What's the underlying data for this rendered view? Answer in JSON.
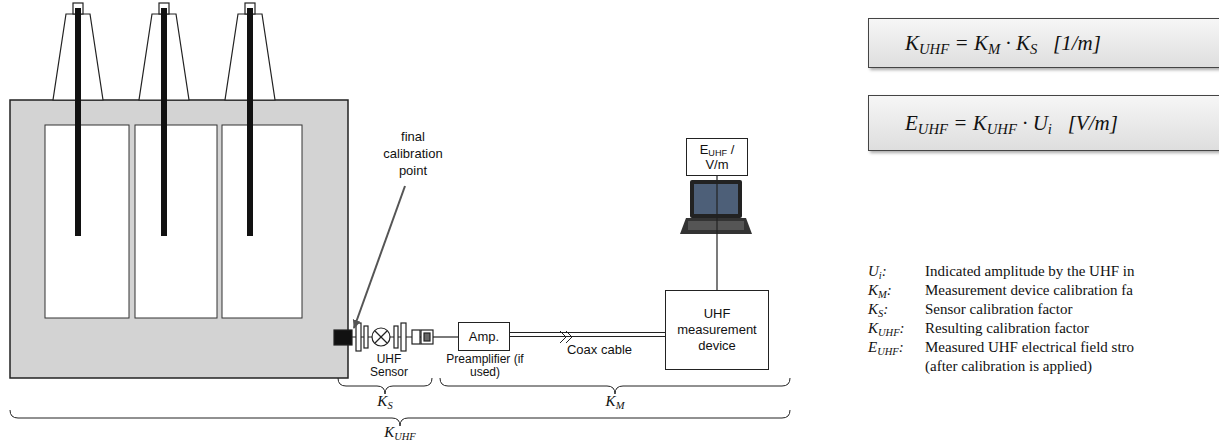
{
  "diagram": {
    "nodes": [
      {
        "text": [
          "Amp."
        ]
      },
      {
        "text": [
          "UHF measurement device"
        ]
      },
      {
        "text": [
          "EUHF / V/m"
        ]
      },
      {
        "text": [
          "KUHF = KM · KS   [1/m]"
        ]
      },
      {
        "text": [
          "EUHF = KUHF · Ui   [V/m]"
        ]
      }
    ],
    "edges": [
      {
        "from": 0,
        "to": 1,
        "arrow": "none",
        "label": "Coax cable"
      },
      {
        "from": 1,
        "to": 2,
        "arrow": "none"
      }
    ],
    "labels": [
      "final calibration point",
      "UHF Sensor",
      "Preamplifier (if used)",
      "KS",
      "KM",
      "KUHF",
      "Ui:",
      "Indicated amplitude by the UHF in",
      "KM:",
      "Measurement device calibration fa",
      "KS:",
      "Sensor calibration factor",
      "KUHF:",
      "Resulting calibration factor",
      "EUHF:",
      "Measured UHF electrical field stro",
      "(after calibration is applied)"
    ]
  }
}
